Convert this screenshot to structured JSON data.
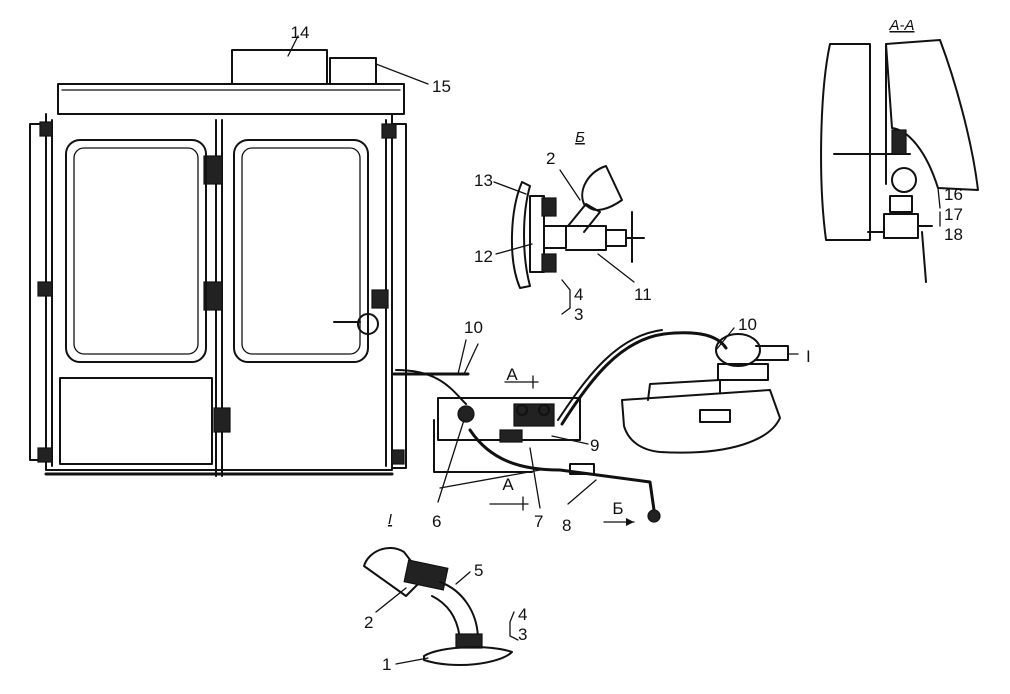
{
  "callouts": {
    "n1": "1",
    "n2a": "2",
    "n2b": "2",
    "n3a": "3",
    "n3b": "3",
    "n4a": "4",
    "n4b": "4",
    "n5": "5",
    "n6": "6",
    "n7": "7",
    "n8": "8",
    "n9": "9",
    "n10a": "10",
    "n10b": "10",
    "n11": "11",
    "n12": "12",
    "n13": "13",
    "n14": "14",
    "n15": "15",
    "n16": "16",
    "n17": "17",
    "n18": "18"
  },
  "view_labels": {
    "view_b": "Б",
    "view_aa": "A-A",
    "view_i": "I",
    "section_a_top": "A",
    "section_a_bottom": "A",
    "arrow_b": "Б",
    "detail_i_mark": "I"
  }
}
